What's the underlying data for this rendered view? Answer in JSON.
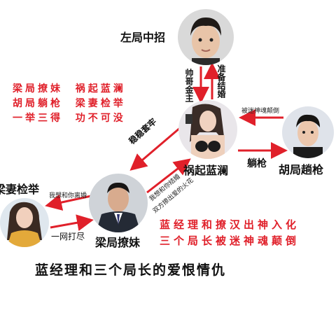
{
  "people": {
    "zuo": "左局中招",
    "huo": "祸起蓝澜",
    "hu": "胡局趟枪",
    "liang": "梁局撩妹",
    "wife": "梁妻检举"
  },
  "edges": {
    "zuo_to_huo": "帅哥金主",
    "huo_to_zuo": "准备结婚",
    "hu_to_huo": "被迷神魂颠倒",
    "huo_to_hu": "躺枪",
    "huo_to_liang": "稳稳套牢",
    "liang_to_huo_1": "我想和你结婚",
    "liang_to_huo_2": "双方擦出爱的火花",
    "liang_to_wife": "我想和你离婚",
    "wife_to_liang": "一网打尽"
  },
  "left_poem": [
    "梁局撩妹  祸起蓝澜",
    "胡局躺枪  梁妻检举",
    "一举三得  功不可没"
  ],
  "right_poem": [
    "蓝经理和撩汉出神入化",
    "三个局长被迷神魂颠倒"
  ],
  "title": "蓝经理和三个局长的爱恨情仇",
  "colors": {
    "accent": "#e0202a",
    "text": "#111111"
  }
}
